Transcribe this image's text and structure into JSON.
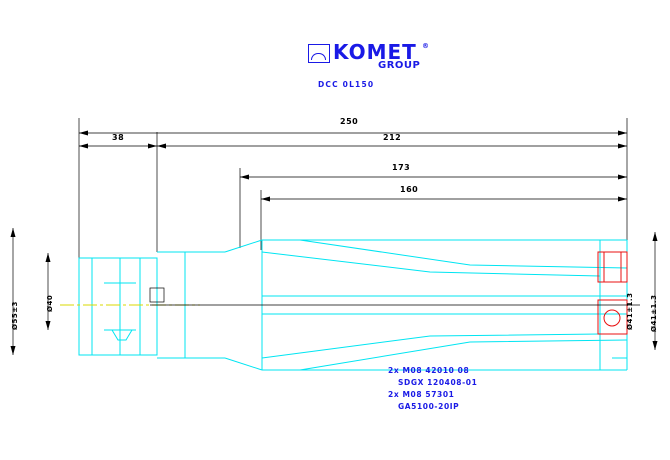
{
  "header": {
    "brand": "KOMET",
    "brand_registered": "®",
    "brand_sub": "GROUP",
    "logo_mark": "komet-logo-icon",
    "drawing_code": "DCC 0L150"
  },
  "dimensions": {
    "overall": "250",
    "shank": "38",
    "body": "212",
    "flute_to_tip": "173",
    "flute_length": "160",
    "shank_diameter": "Ø55±3",
    "shank_bore": "Ø40",
    "tip_diameter_1": "Ø41±1.3",
    "tip_diameter_2": "Ø41±1.3"
  },
  "annotations": {
    "lines": [
      "2x M08 42010 08",
      "SDGX 120408-01",
      "2x M08 57301",
      "GA5100-20IP"
    ]
  },
  "colors": {
    "outline": "#00e5f2",
    "accent_blue": "#1a1ae6",
    "detail_red": "#e81010",
    "center_line": "#d8d800",
    "dimension": "#000000"
  }
}
